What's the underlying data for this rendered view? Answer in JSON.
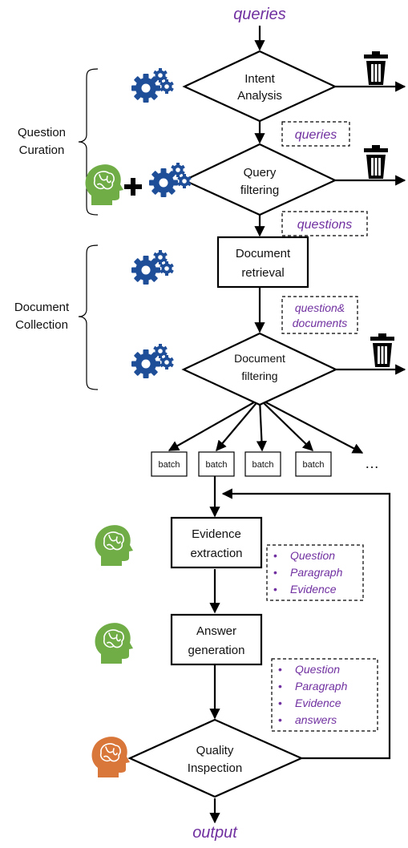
{
  "io": {
    "input": "queries",
    "output": "output"
  },
  "groups": {
    "question_curation": [
      "Question",
      "Curation"
    ],
    "document_collection": [
      "Document",
      "Collection"
    ]
  },
  "nodes": {
    "intent_analysis": [
      "Intent",
      "Analysis"
    ],
    "query_filtering": [
      "Query",
      "filtering"
    ],
    "document_retrieval": [
      "Document",
      "retrieval"
    ],
    "document_filtering": [
      "Document",
      "filtering"
    ],
    "evidence_extraction": [
      "Evidence",
      "extraction"
    ],
    "answer_generation": [
      "Answer",
      "generation"
    ],
    "quality_inspection": [
      "Quality",
      "Inspection"
    ]
  },
  "edge_labels": {
    "queries": "queries",
    "questions": "questions",
    "question_documents": [
      "question&",
      "documents"
    ]
  },
  "batches": {
    "labels": [
      "batch",
      "batch",
      "batch",
      "batch"
    ],
    "more": "…"
  },
  "lists": {
    "evidence": [
      "Question",
      "Paragraph",
      "Evidence"
    ],
    "answer": [
      "Question",
      "Paragraph",
      "Evidence",
      "answers"
    ]
  },
  "colors": {
    "accent_text": "#7030a0",
    "gear": "#1f4e99",
    "human_green": "#70ad47",
    "human_orange": "#d9773a"
  },
  "icons": [
    "gears-icon",
    "human-brain-icon",
    "trash-icon",
    "plus-icon"
  ]
}
